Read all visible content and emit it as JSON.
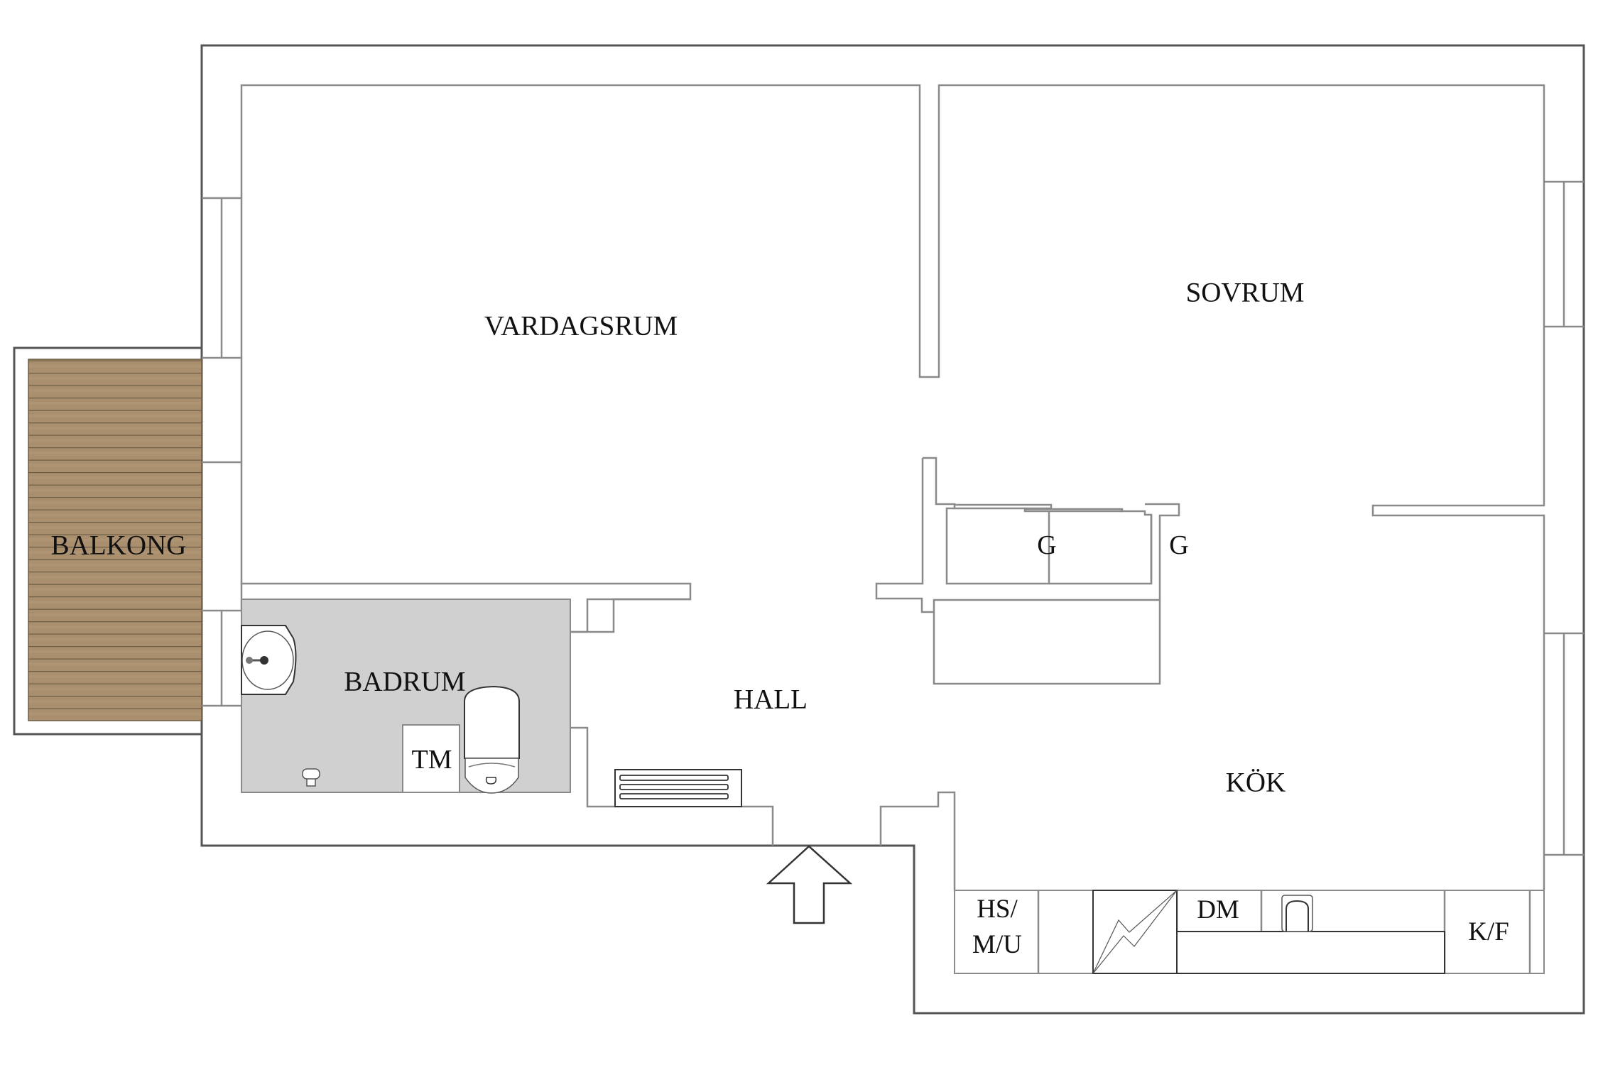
{
  "plan": {
    "type": "apartment floor plan",
    "colors": {
      "wall_line": "#8a8a8a",
      "outer_wall_line": "#555555",
      "bathroom_floor": "#d0d0d0",
      "balcony_wood": "#a98f6d",
      "balcony_plank_line": "#6e5d45",
      "text": "#111111"
    },
    "rooms": {
      "living_room": {
        "label": "VARDAGSRUM"
      },
      "bedroom": {
        "label": "SOVRUM"
      },
      "balcony": {
        "label": "BALKONG"
      },
      "bathroom": {
        "label": "BADRUM"
      },
      "hall": {
        "label": "HALL"
      },
      "kitchen": {
        "label": "KÖK"
      }
    },
    "fixtures": {
      "wardrobe_1": {
        "label": "G"
      },
      "wardrobe_2": {
        "label": "G"
      },
      "washing_machine": {
        "label": "TM"
      },
      "cabinet_line1": {
        "label": "HS/"
      },
      "cabinet_line2": {
        "label": "M/U"
      },
      "dishwasher": {
        "label": "DM"
      },
      "fridge_freezer": {
        "label": "K/F"
      }
    },
    "entrance": {
      "icon": "entrance-arrow-icon",
      "direction": "up"
    }
  }
}
